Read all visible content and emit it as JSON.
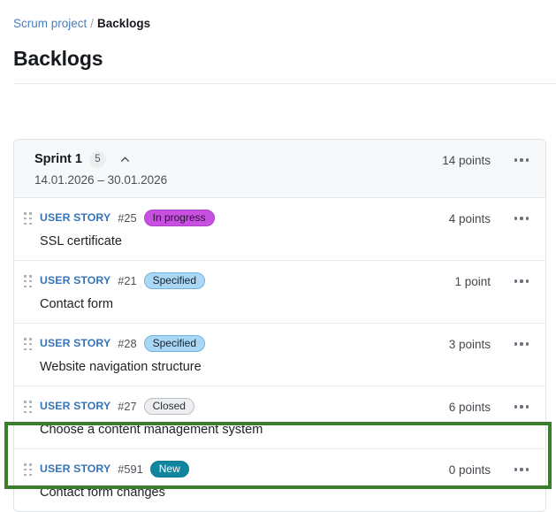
{
  "breadcrumb": {
    "parent": "Scrum project",
    "separator": "/",
    "current": "Backlogs"
  },
  "page": {
    "title": "Backlogs"
  },
  "sprint": {
    "name": "Sprint 1",
    "count": "5",
    "dates": "14.01.2026 – 30.01.2026",
    "points": "14 points",
    "collapse_icon": "chevron-up-icon",
    "menu_icon": "kebab-menu-icon"
  },
  "stories": [
    {
      "type": "USER STORY",
      "id": "#25",
      "state": "In progress",
      "state_bg": "#c850e0",
      "state_border": "#b340cc",
      "state_color": "#26122b",
      "title": "SSL certificate",
      "points": "4 points"
    },
    {
      "type": "USER STORY",
      "id": "#21",
      "state": "Specified",
      "state_bg": "#a9d7f5",
      "state_border": "#6fb4e0",
      "state_color": "#17222b",
      "title": "Contact form",
      "points": "1 point"
    },
    {
      "type": "USER STORY",
      "id": "#28",
      "state": "Specified",
      "state_bg": "#a9d7f5",
      "state_border": "#6fb4e0",
      "state_color": "#17222b",
      "title": "Website navigation structure",
      "points": "3 points"
    },
    {
      "type": "USER STORY",
      "id": "#27",
      "state": "Closed",
      "state_bg": "#eceef0",
      "state_border": "#b9bfc5",
      "state_color": "#2c3034",
      "title": "Choose a content management system",
      "points": "6 points"
    },
    {
      "type": "USER STORY",
      "id": "#591",
      "state": "New",
      "state_bg": "#11859e",
      "state_border": "#0f7a91",
      "state_color": "#ffffff",
      "title": "Contact form changes",
      "points": "0 points"
    }
  ],
  "annotation": {
    "color": "#3a7d2c",
    "target": "story-row-591"
  }
}
